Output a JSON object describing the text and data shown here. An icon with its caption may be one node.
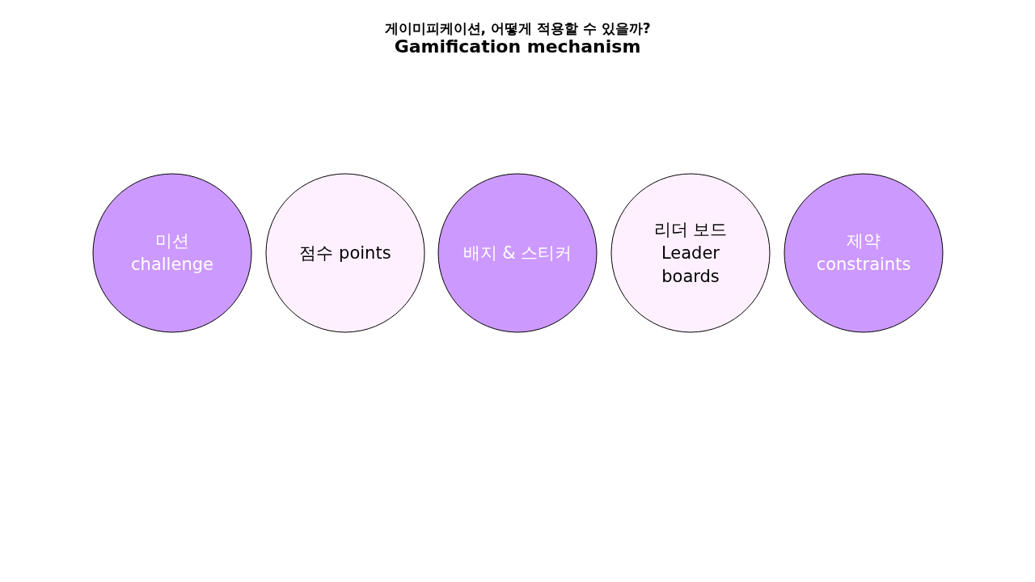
{
  "diagram": {
    "title": "게이미피케이션, 어떻게 적용할 수 있을까?",
    "nodes": [
      {
        "text": [
          "미션 challenge"
        ]
      },
      {
        "text": [
          "점수 points"
        ]
      },
      {
        "text": [
          "배지 & 스티커"
        ]
      },
      {
        "text": [
          "리더 보드 Leader boards"
        ]
      },
      {
        "text": [
          "제약 constraints"
        ]
      }
    ],
    "labels": [
      "Gamification mechanism"
    ]
  }
}
